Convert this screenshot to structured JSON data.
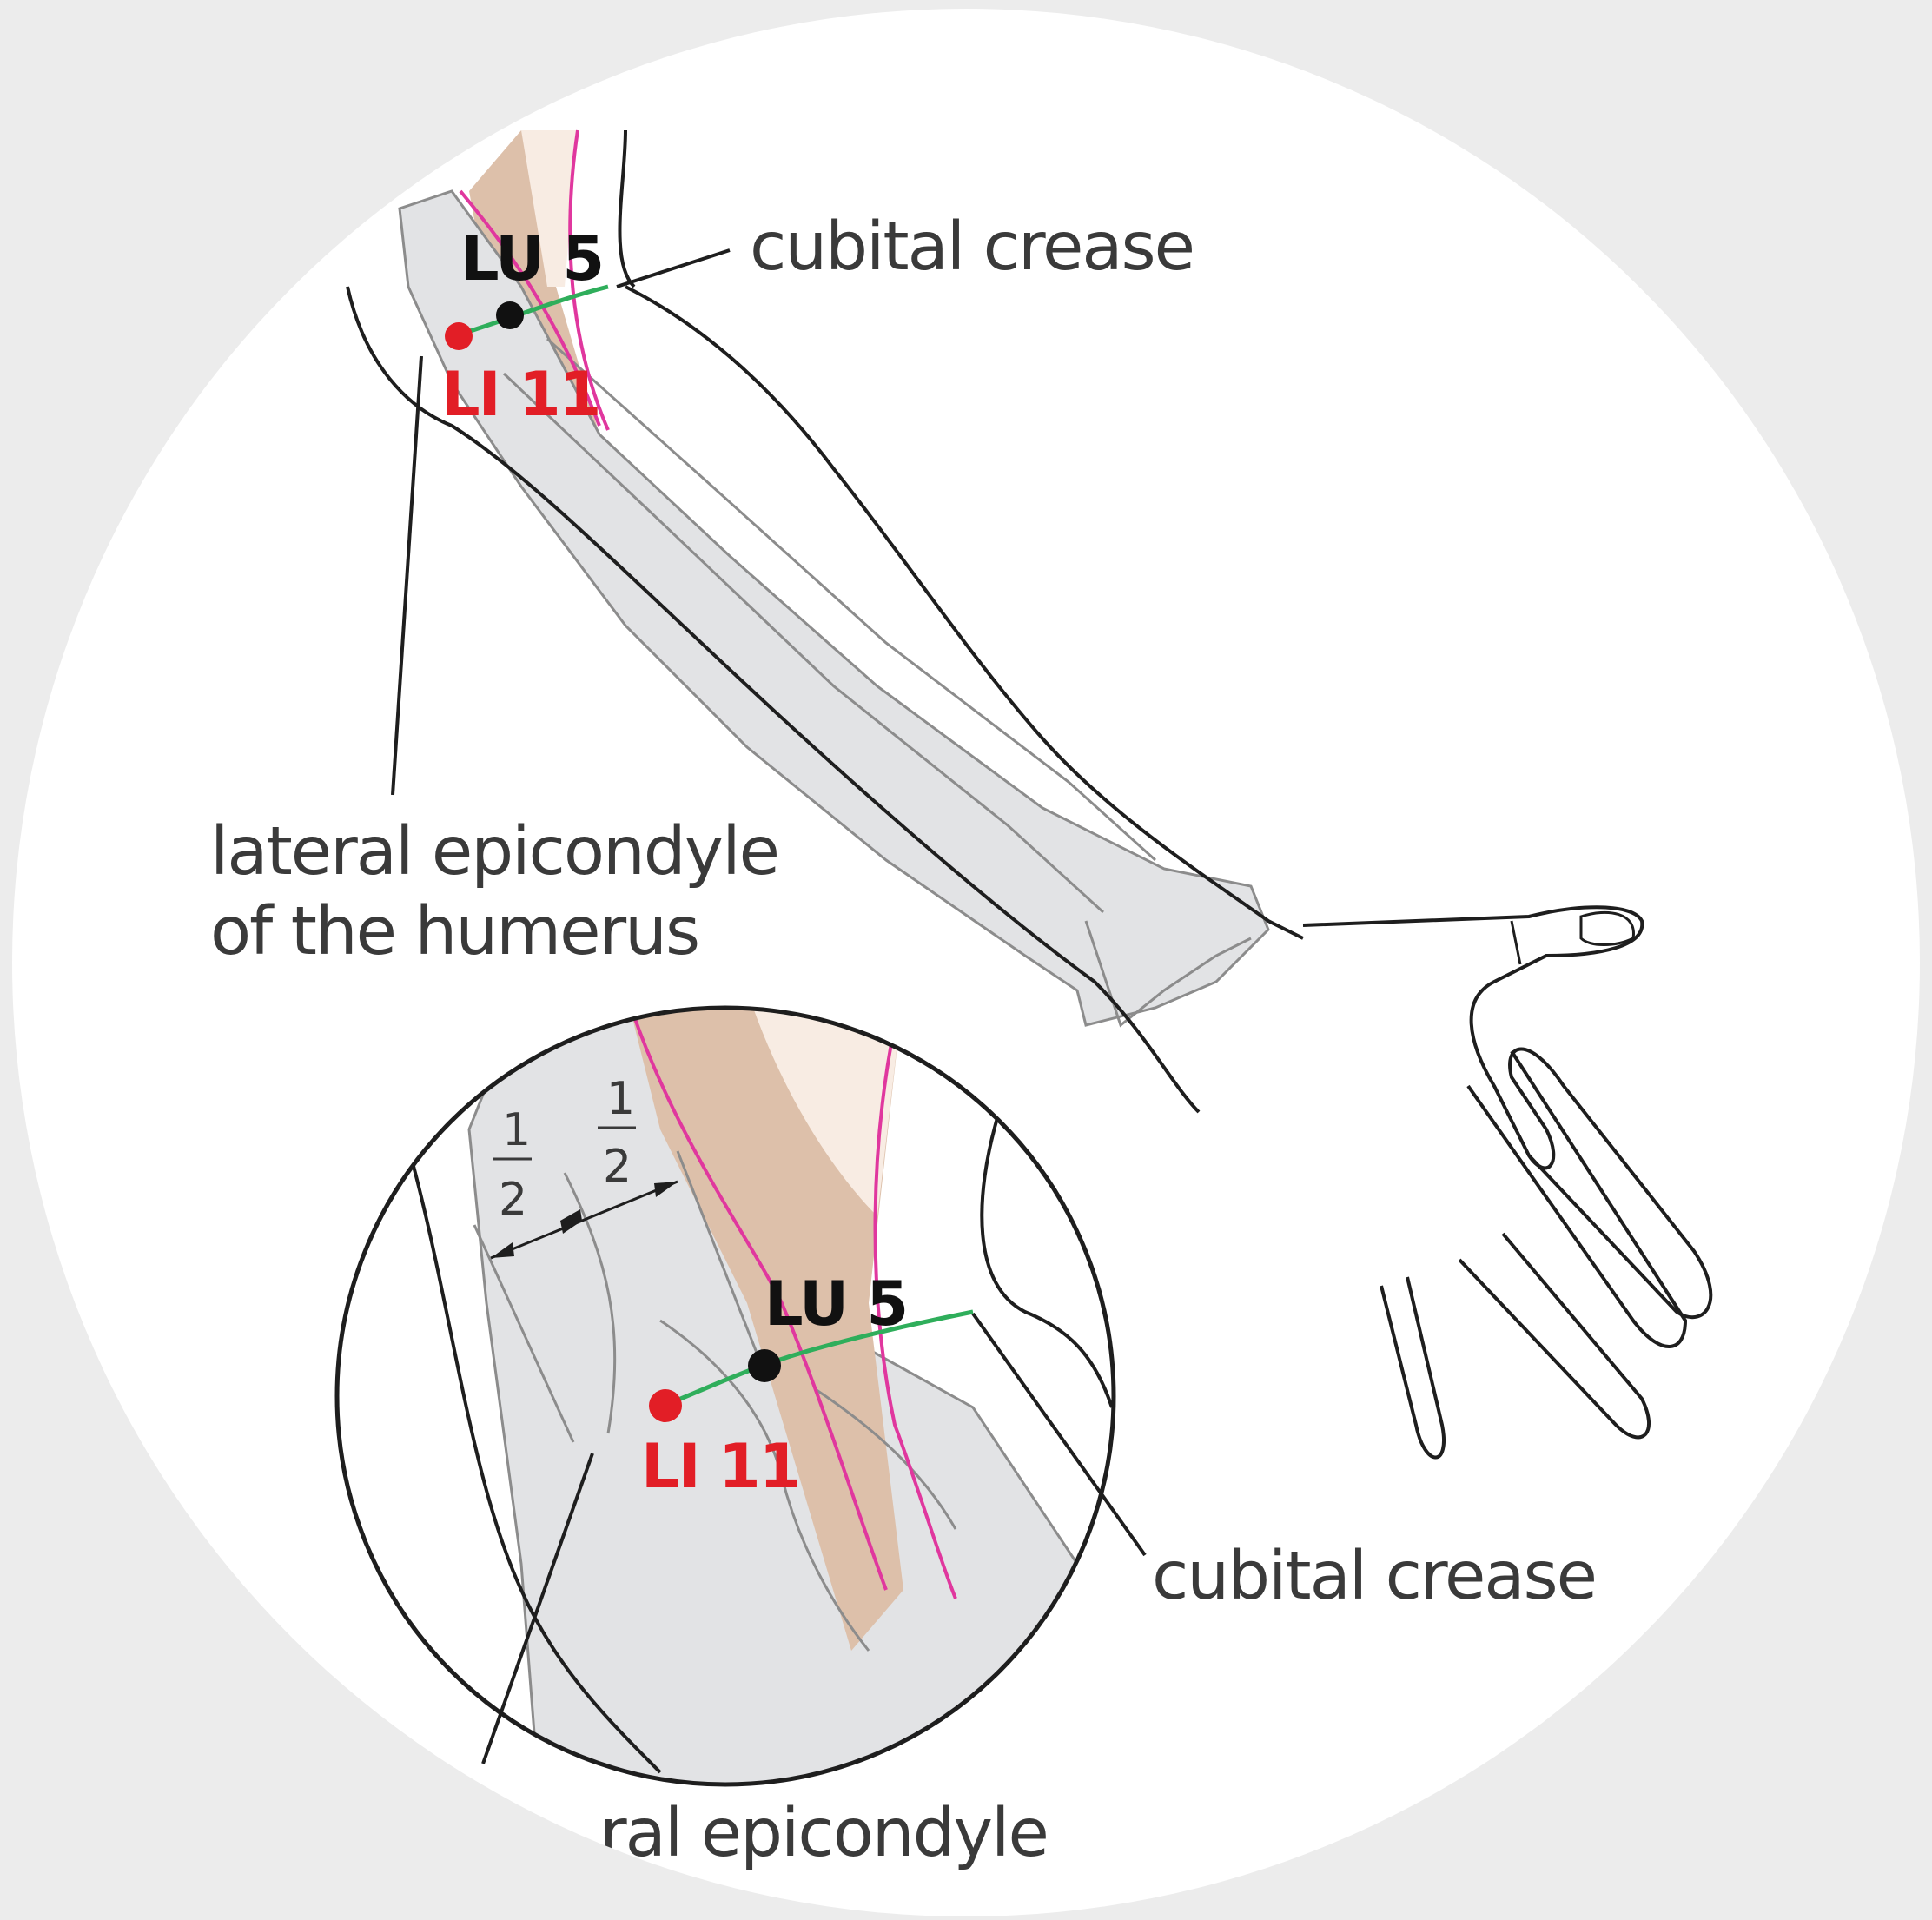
{
  "colors": {
    "background": "#ececec",
    "disc": "#ffffff",
    "bone": "#e2e3e5",
    "skin_tone": "#ddc0aa",
    "skin_light": "#f8ece3",
    "meridian_magenta": "#e0379e",
    "crease_green": "#2fae5b",
    "point_black": "#111111",
    "point_red": "#e21e26",
    "outline": "#1e1e1e"
  },
  "points": {
    "lu5_label": "LU 5",
    "li11_label": "LI 11"
  },
  "labels": {
    "cubital_crease_top": "cubital crease",
    "lateral_epicondyle_line1": "lateral epicondyle",
    "lateral_epicondyle_line2": "of the humerus",
    "cubital_crease_inset": "cubital crease",
    "lateral_epicondyle_inset": "ral epicondyle"
  },
  "inset": {
    "fraction_left_num": "1",
    "fraction_left_den": "2",
    "fraction_right_num": "1",
    "fraction_right_den": "2",
    "lu5_label": "LU 5",
    "li11_label": "LI 11"
  }
}
